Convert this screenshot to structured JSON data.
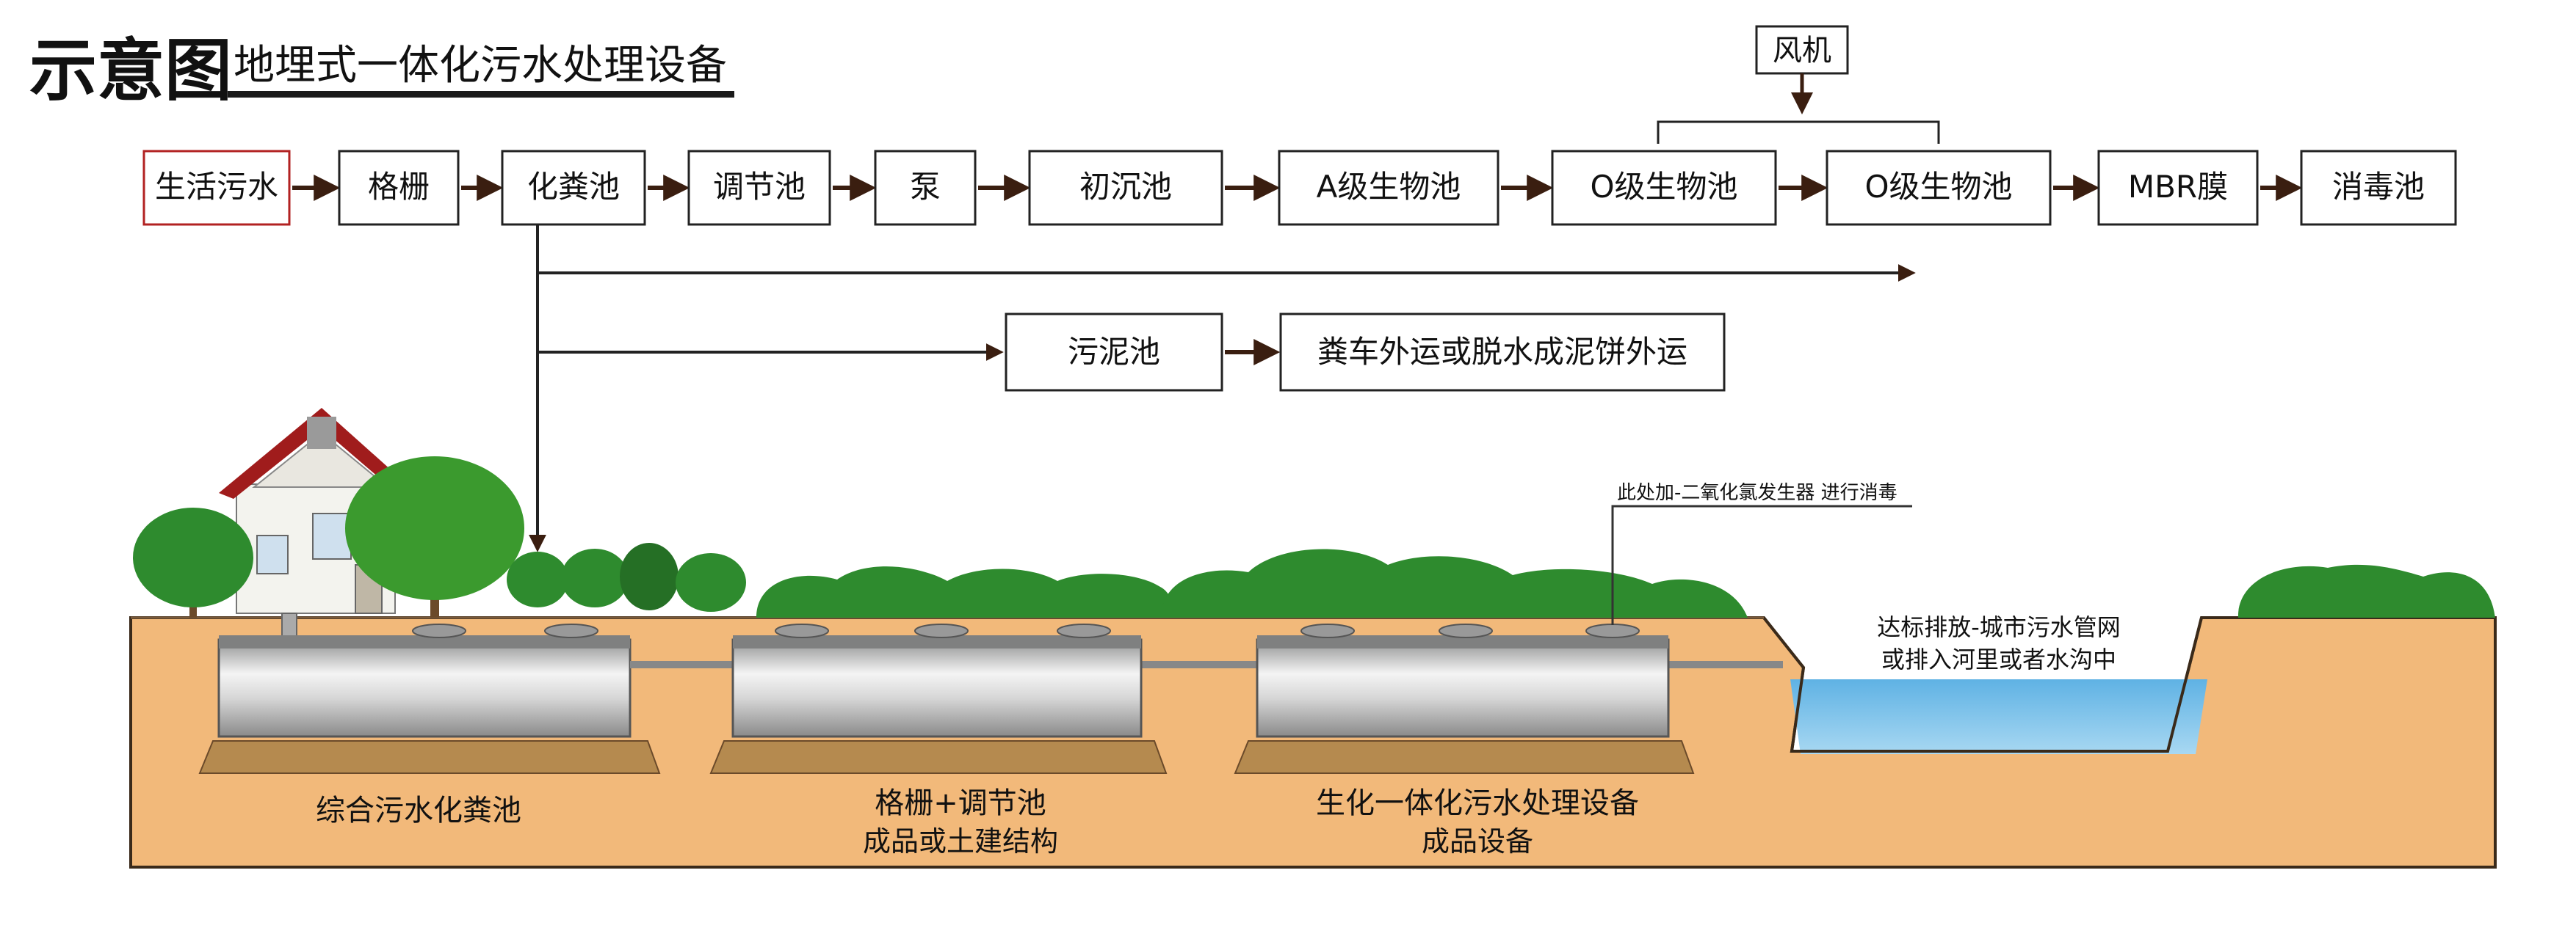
{
  "header": {
    "title_big": "示意图",
    "title_sub": "地埋式一体化污水处理设备"
  },
  "flow": {
    "fan": "风机",
    "steps": [
      "生活污水",
      "格栅",
      "化粪池",
      "调节池",
      "泵",
      "初沉池",
      "A级生物池",
      "O级生物池",
      "O级生物池",
      "MBR膜",
      "消毒池"
    ],
    "sludge_pool": "污泥池",
    "sludge_disposal": "粪车外运或脱水成泥饼外运"
  },
  "scene": {
    "disinfect_note": "此处加-二氧化氯发生器 进行消毒",
    "discharge_line1": "达标排放-城市污水管网",
    "discharge_line2": "或排入河里或者水沟中",
    "tank1_label": "综合污水化粪池",
    "tank2_label_1": "格栅+调节池",
    "tank2_label_2": "成品或土建结构",
    "tank3_label_1": "生化一体化污水处理设备",
    "tank3_label_2": "成品设备"
  },
  "colors": {
    "soil": "#F2B97A",
    "water": "#7FC4EA",
    "tree": "#2E8B2E",
    "arrow": "#3A1E10",
    "first_box_border": "#B22222"
  }
}
